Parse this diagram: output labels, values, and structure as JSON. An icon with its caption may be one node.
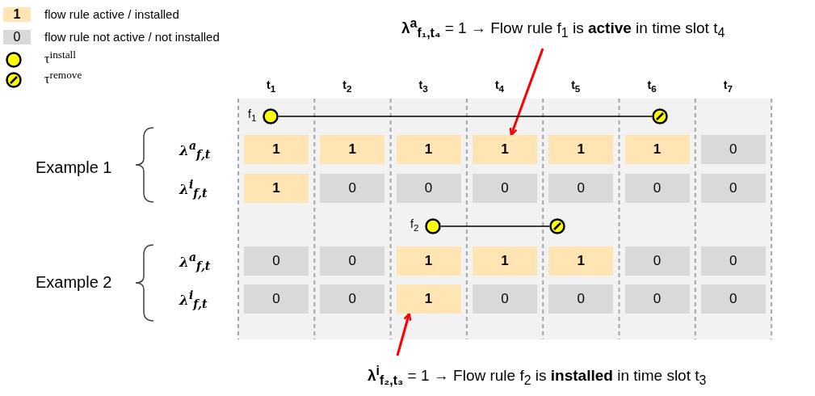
{
  "diagram": {
    "nodes": [
      {
        "text": [
          "**λ$^{a}$$_{f₁,t₄}$** = 1 → Flow rule f$_{1}$ is **active** in time slot t$_{4}$"
        ]
      },
      {
        "text": [],
        "shape": "circle",
        "beside": [
          "f$_{1}$"
        ]
      },
      {
        "text": [],
        "shape": "circle"
      },
      {
        "text": [
          "1"
        ]
      },
      {
        "text": [
          "1"
        ]
      },
      {
        "text": [
          "1"
        ]
      },
      {
        "text": [
          "1"
        ]
      },
      {
        "text": [
          "1"
        ]
      },
      {
        "text": [
          "1"
        ]
      },
      {
        "text": [
          "0"
        ]
      },
      {
        "text": [
          "1"
        ]
      },
      {
        "text": [
          "0"
        ]
      },
      {
        "text": [
          "0"
        ]
      },
      {
        "text": [
          "0"
        ]
      },
      {
        "text": [
          "0"
        ]
      },
      {
        "text": [
          "0"
        ]
      },
      {
        "text": [
          "0"
        ]
      },
      {
        "text": [],
        "shape": "circle",
        "beside": [
          "f$_{2}$"
        ]
      },
      {
        "text": [],
        "shape": "circle"
      },
      {
        "text": [
          "0"
        ]
      },
      {
        "text": [
          "0"
        ]
      },
      {
        "text": [
          "1"
        ]
      },
      {
        "text": [
          "1"
        ]
      },
      {
        "text": [
          "1"
        ]
      },
      {
        "text": [
          "0"
        ]
      },
      {
        "text": [
          "0"
        ]
      },
      {
        "text": [
          "0"
        ]
      },
      {
        "text": [
          "0"
        ]
      },
      {
        "text": [
          "1"
        ]
      },
      {
        "text": [
          "0"
        ]
      },
      {
        "text": [
          "0"
        ]
      },
      {
        "text": [
          "0"
        ]
      },
      {
        "text": [
          "0"
        ]
      },
      {
        "text": [
          "**λ$^{i}$$_{f₂,t₃}$** = 1 → Flow rule f$_{2}$ is **installed** in time slot t$_{3}$"
        ]
      }
    ],
    "edges": [
      {
        "from": 0,
        "to": 6,
        "arrow": "to",
        "style": "thick",
        "color": "#ff0000"
      },
      {
        "from": 1,
        "to": 2,
        "arrow": "none",
        "color": "#000000"
      },
      {
        "from": 17,
        "to": 18,
        "arrow": "none",
        "color": "#000000"
      },
      {
        "from": 33,
        "to": 28,
        "arrow": "to",
        "style": "thick",
        "color": "#ff0000"
      }
    ],
    "labels": [
      "1",
      "0",
      "t$_{1}$",
      "t$_{2}$",
      "t$_{3}$",
      "t$_{4}$",
      "t$_{5}$",
      "t$_{6}$",
      "t$_{7}$",
      "Example 1",
      "λ$^{a}$$_{f,t}$",
      "λ$^{i}$$_{f,t}$",
      "Example 2",
      "λ$^{a}$$_{f,t}$",
      "λ$^{i}$$_{f,t}$"
    ],
    "legend": [
      {
        "text": "flow rule active / installed",
        "color": "#ffe5b4"
      },
      {
        "text": "flow rule not active / not installed",
        "color": "#d9d9d9"
      },
      {
        "text": "τ$^{install}$"
      },
      {
        "text": "τ$^{remove}$"
      }
    ]
  }
}
